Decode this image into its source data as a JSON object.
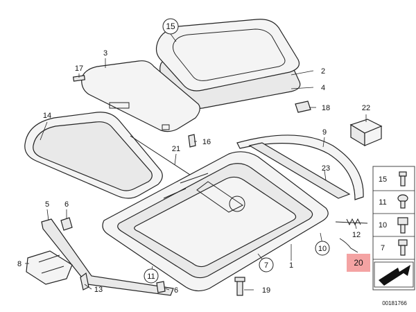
{
  "callouts": {
    "c15": "15",
    "c3": "3",
    "c17": "17",
    "c2": "2",
    "c4": "4",
    "c18": "18",
    "c22": "22",
    "c14": "14",
    "c16": "16",
    "c21": "21",
    "c9": "9",
    "c23": "23",
    "c5": "5",
    "c6a": "6",
    "c12": "12",
    "c10": "10",
    "c20": "20",
    "c7": "7",
    "c1": "1",
    "c8": "8",
    "c13": "13",
    "c11": "11",
    "c6b": "6",
    "c19": "19"
  },
  "fastener_table": [
    {
      "num": "15"
    },
    {
      "num": "11"
    },
    {
      "num": "10"
    },
    {
      "num": "7"
    }
  ],
  "diagram_id": "00181766",
  "highlight_color": "#f4a3a3"
}
